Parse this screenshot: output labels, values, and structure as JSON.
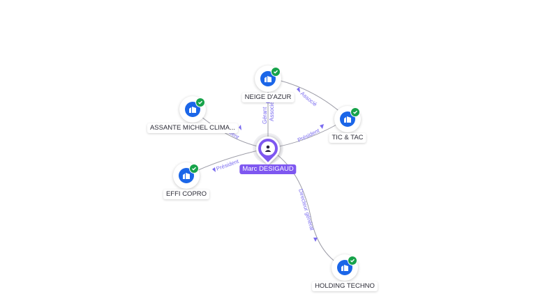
{
  "person": {
    "name": "Marc DESIGAUD",
    "icon": "person-icon"
  },
  "companies": {
    "neige": {
      "name": "NEIGE D'AZUR",
      "icon": "building-icon",
      "verified": true
    },
    "tic": {
      "name": "TIC & TAC",
      "icon": "building-icon",
      "verified": true
    },
    "assante": {
      "name": "ASSANTE MICHEL CLIMA...",
      "icon": "building-icon",
      "verified": true
    },
    "effi": {
      "name": "EFFI COPRO",
      "icon": "building-icon",
      "verified": true
    },
    "holding": {
      "name": "HOLDING TECHNO",
      "icon": "building-icon",
      "verified": true
    }
  },
  "relations": {
    "neige_gerant": "Gérant",
    "neige_associe": "Associé",
    "tic_president": "Président",
    "neige_tic_associe": "Associé",
    "assante_president": "ident",
    "effi_president": "Président",
    "holding_dg": "Directeur général"
  },
  "colors": {
    "person": "#7e57f0",
    "company": "#1b66e8",
    "verified": "#17a34a",
    "relation": "#7b6cf0"
  }
}
